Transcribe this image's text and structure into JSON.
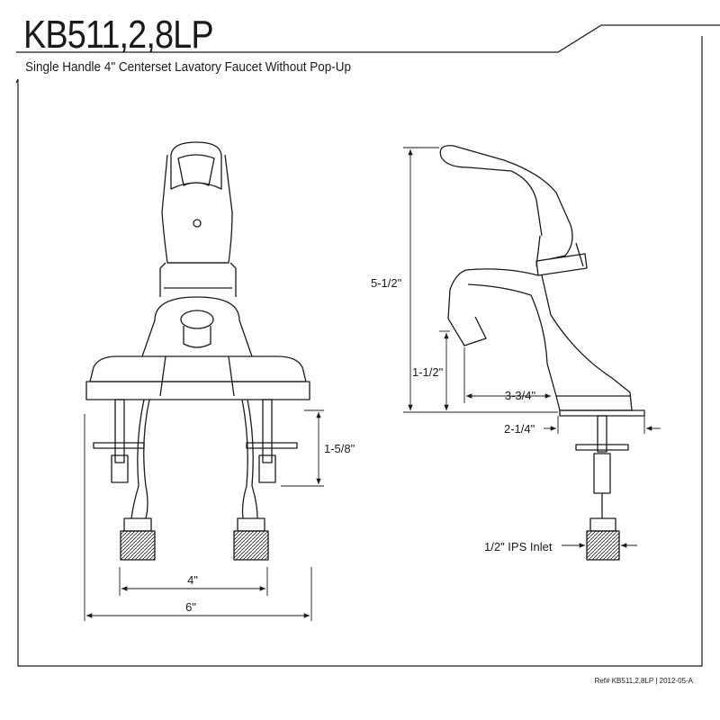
{
  "title": {
    "model": "KB511,2,8LP",
    "description": "Single Handle 4\" Centerset Lavatory Faucet Without Pop-Up"
  },
  "dimensions": {
    "front_bolt_length": "1-5/8\"",
    "front_center_spacing": "4\"",
    "front_overall_width": "6\"",
    "side_overall_height": "5-1/2\"",
    "side_spout_height": "1-1/2\"",
    "side_spout_reach": "3-3/4\"",
    "side_base_offset": "2-1/4\"",
    "side_inlet_label": "1/2\" IPS Inlet"
  },
  "footer": {
    "reference": "Ref# KB511,2,8LP | 2012-05-A"
  },
  "colors": {
    "line": "#1a1a1a",
    "background": "#ffffff"
  }
}
